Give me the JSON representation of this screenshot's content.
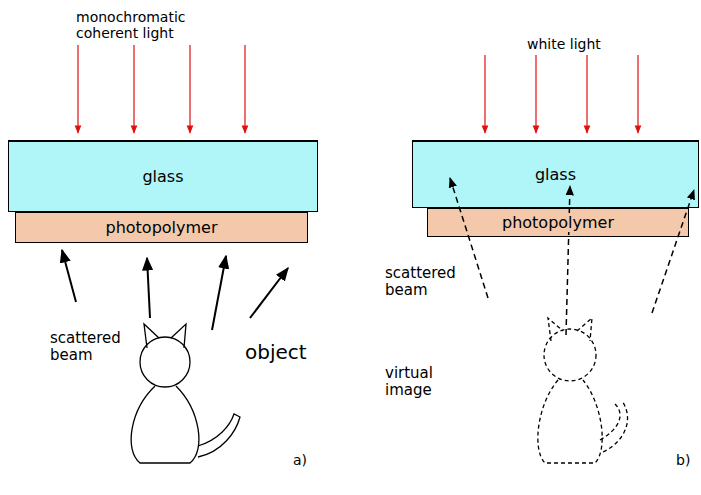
{
  "diagram": {
    "nodes": [
      {
        "text": [
          "glass"
        ]
      },
      {
        "text": [
          "photopolymer"
        ]
      },
      {
        "text": [
          "glass"
        ]
      },
      {
        "text": [
          "photopolymer"
        ]
      }
    ],
    "labels": [
      "monochromatic coherent light",
      "scattered beam",
      "object",
      "a)",
      "white light",
      "scattered beam",
      "virtual image",
      "b)"
    ]
  }
}
